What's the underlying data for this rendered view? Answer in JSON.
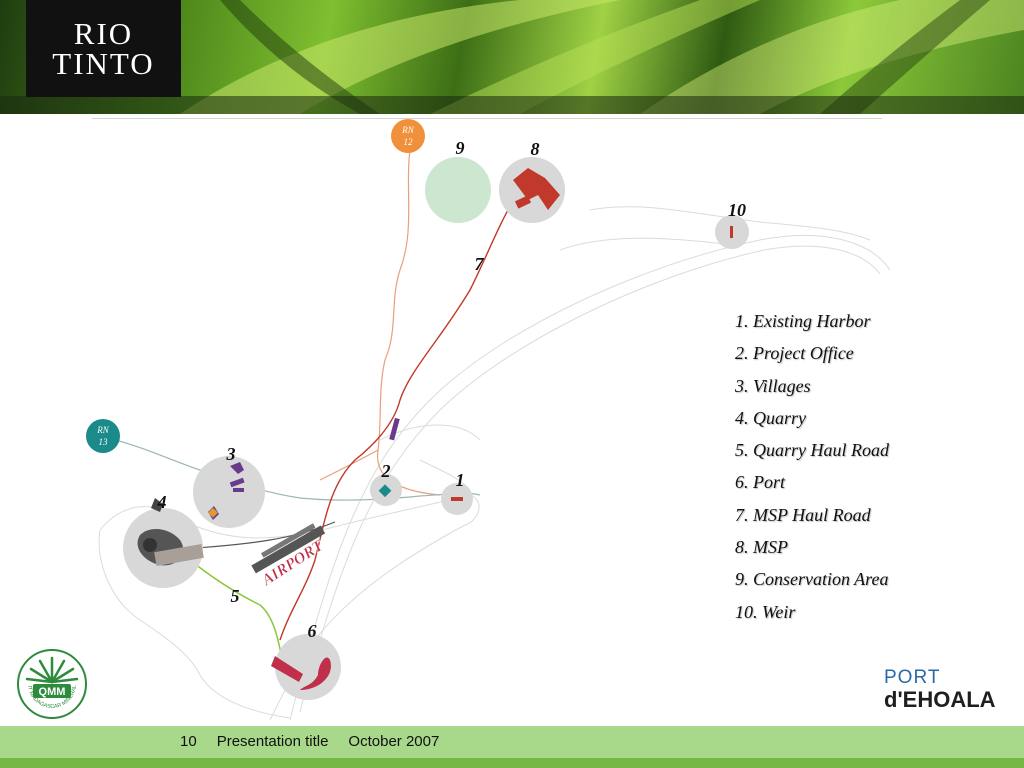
{
  "header": {
    "brand_line_1": "RIO",
    "brand_line_2": "TINTO"
  },
  "map": {
    "road_badges": [
      {
        "line1": "RN",
        "line2": "12",
        "color": "#f0903a"
      },
      {
        "line1": "RN",
        "line2": "13",
        "color": "#1a8a8a"
      }
    ],
    "site_numbers": [
      "1",
      "2",
      "3",
      "4",
      "5",
      "6",
      "7",
      "8",
      "9",
      "10"
    ],
    "airport_label": "AIRPORT"
  },
  "legend": {
    "items": [
      "1. Existing Harbor",
      "2. Project Office",
      "3. Villages",
      "4. Quarry",
      "5. Quarry Haul Road",
      "6. Port",
      "7. MSP Haul Road",
      "8. MSP",
      "9. Conservation Area",
      "10. Weir"
    ]
  },
  "logos": {
    "qmm_text": "QMM",
    "qmm_ring_text": "QIT MADAGASCAR MINERALS",
    "port_line_1": "PORT",
    "port_line_2": "d'EHOALA"
  },
  "footer": {
    "page_number": "10",
    "title": "Presentation title",
    "date": "October 2007"
  },
  "colors": {
    "footer_band": "#a8d88a",
    "footer_strip": "#76b843",
    "site_circle": "#d8d8d8",
    "conservation_area": "#cde6cf",
    "haul_road_msp": "#c0392b",
    "haul_road_quarry": "#8cc63f",
    "road": "#e8a07a"
  }
}
